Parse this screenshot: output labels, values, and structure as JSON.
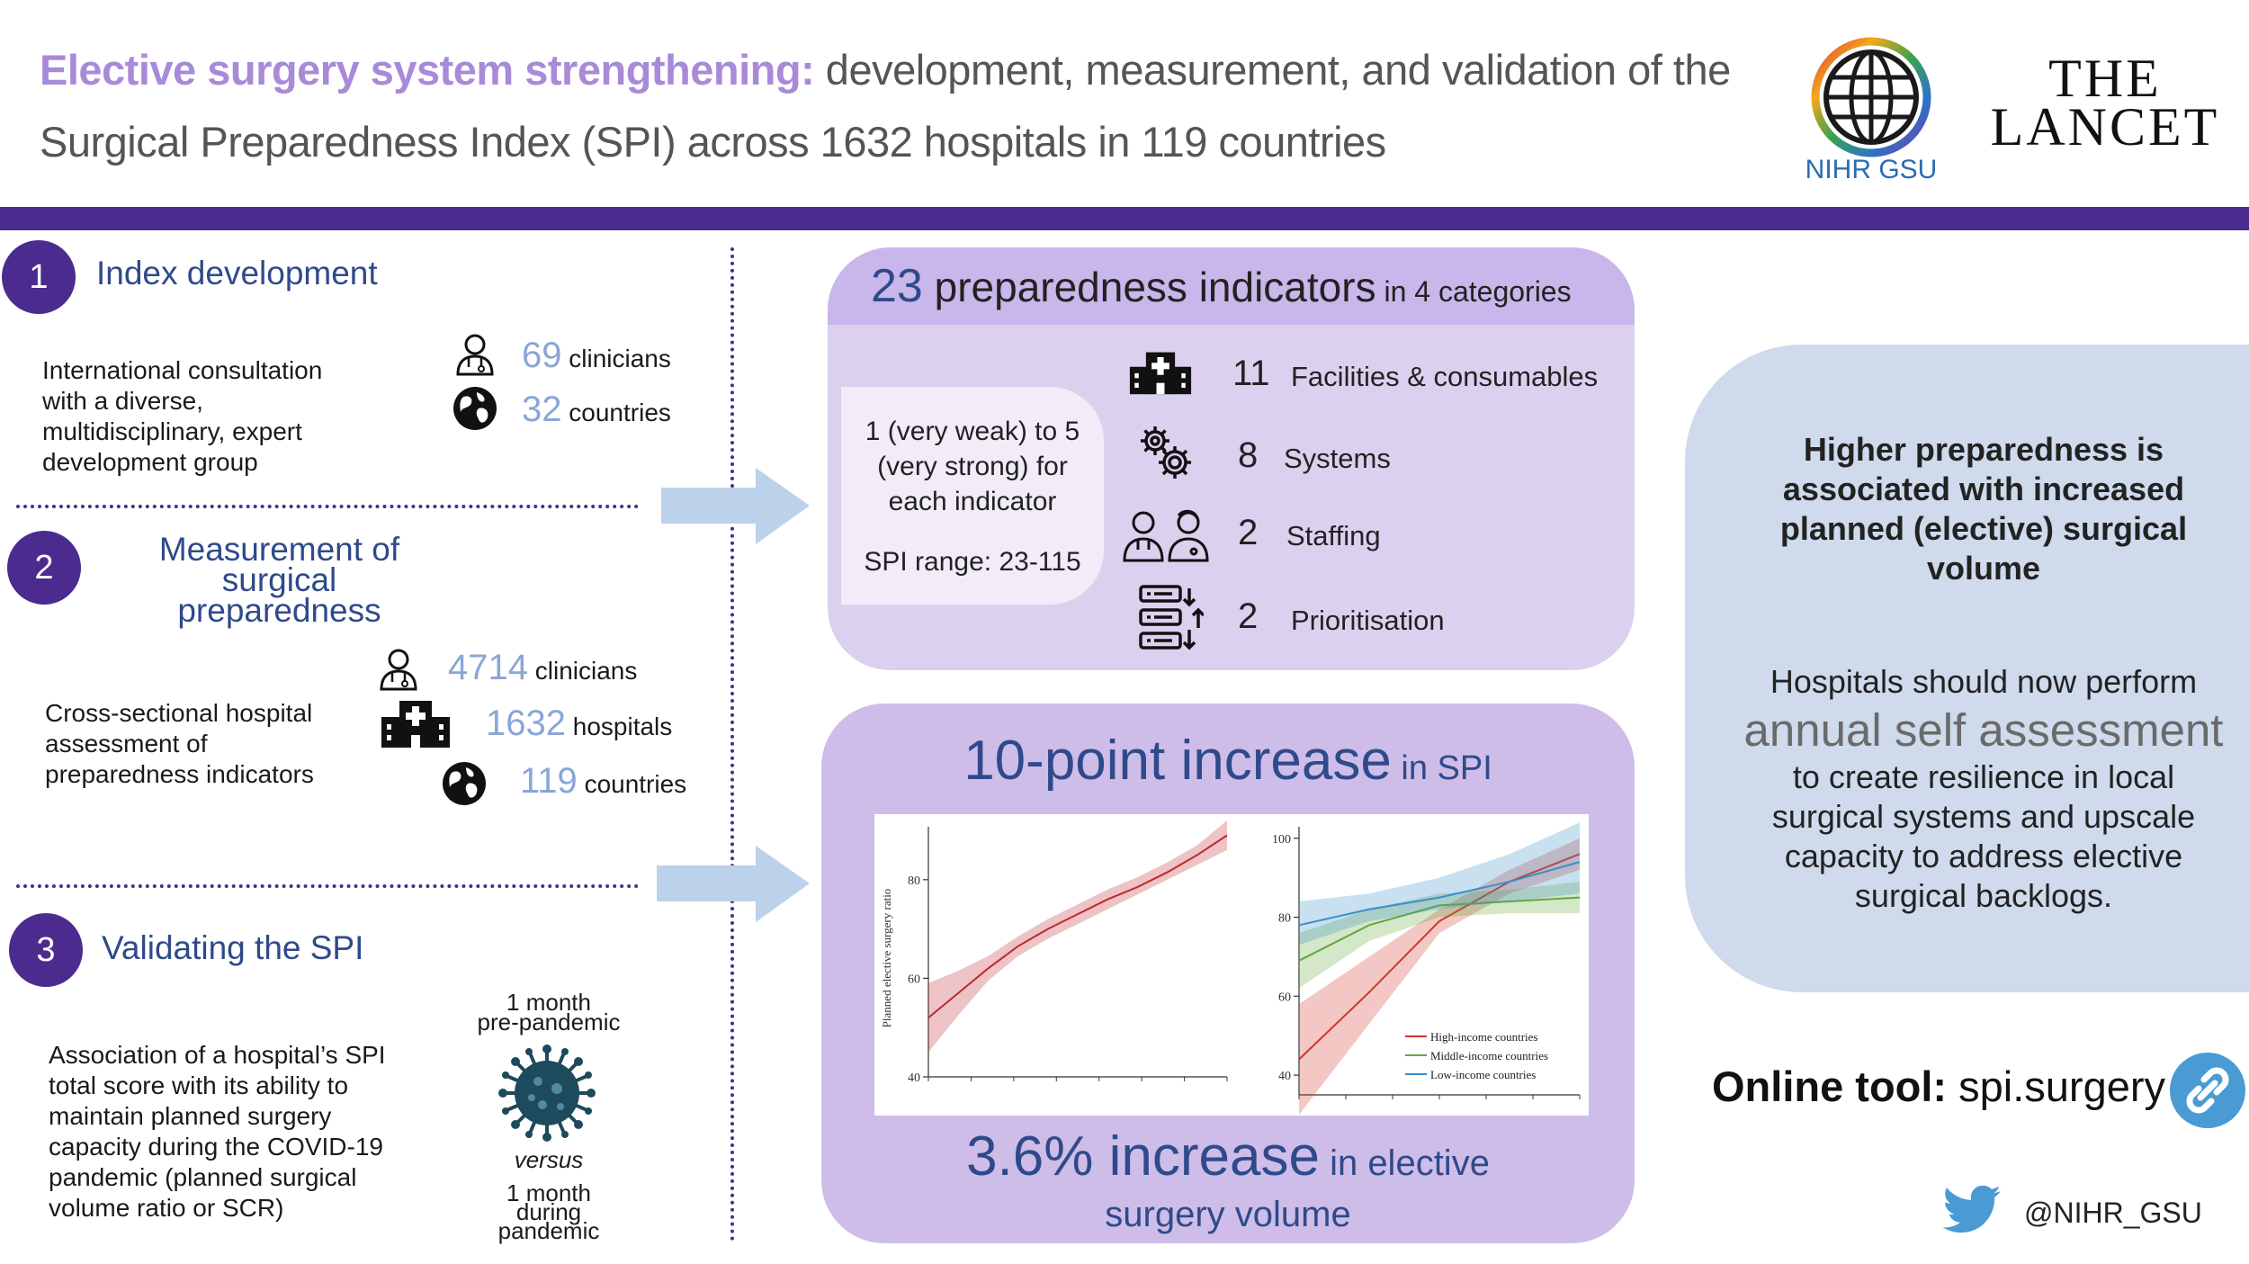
{
  "header": {
    "title_highlight": "Elective surgery system strengthening:",
    "title_line1_rest": " development, measurement, and validation of the",
    "title_line2": "Surgical Preparedness Index (SPI) across 1632 hospitals in 119 countries",
    "nihr_label": "NIHR GSU",
    "lancet_line1": "THE",
    "lancet_line2": "LANCET"
  },
  "section1": {
    "number": "1",
    "title": "Index development",
    "body": "International consultation with a diverse, multidisciplinary, expert development group",
    "stats": [
      {
        "value": "69",
        "label": "clinicians",
        "icon": "doctor-icon"
      },
      {
        "value": "32",
        "label": "countries",
        "icon": "globe-icon"
      }
    ]
  },
  "section2": {
    "number": "2",
    "title_line1": "Measurement of surgical",
    "title_line2": "preparedness",
    "body": "Cross-sectional hospital assessment of preparedness indicators",
    "stats": [
      {
        "value": "4714",
        "label": "clinicians",
        "icon": "doctor-icon"
      },
      {
        "value": "1632",
        "label": "hospitals",
        "icon": "hospital-icon"
      },
      {
        "value": "119",
        "label": "countries",
        "icon": "globe-icon"
      }
    ]
  },
  "section3": {
    "number": "3",
    "title": "Validating the SPI",
    "body": "Association of a hospital’s SPI total score with its ability to maintain planned surgery capacity during the COVID-19 pandemic (planned surgical volume ratio or SCR)",
    "pre_line1": "1 month",
    "pre_line2": "pre-pandemic",
    "versus": "versus",
    "during_line1": "1 month",
    "during_line2": "during",
    "during_line3": "pandemic"
  },
  "indicators": {
    "head_number": "23",
    "head_main": " preparedness indicators",
    "head_small": " in 4 categories",
    "scale_line1": "1 (very weak) to 5",
    "scale_line2": "(very strong) for",
    "scale_line3": "each indicator",
    "range": "SPI range: 23-115",
    "items": [
      {
        "count": "11",
        "label": "Facilities & consumables",
        "icon": "hospital-icon"
      },
      {
        "count": "8",
        "label": "Systems",
        "icon": "gears-icon"
      },
      {
        "count": "2",
        "label": "Staffing",
        "icon": "staff-icon"
      },
      {
        "count": "2",
        "label": "Prioritisation",
        "icon": "priority-list-icon"
      }
    ]
  },
  "results": {
    "headline_big": "10-point increase",
    "headline_small": " in SPI",
    "footer_big": "3.6% increase",
    "footer_small": " in elective",
    "footer_line2": "surgery volume"
  },
  "chart_data": [
    {
      "type": "line",
      "ylabel": "Planned elective surgery ratio",
      "ylim": [
        40,
        90
      ],
      "yticks": [
        "40",
        "60",
        "80"
      ],
      "x": [
        0,
        0.1,
        0.2,
        0.3,
        0.4,
        0.5,
        0.6,
        0.7,
        0.8,
        0.9,
        1.0
      ],
      "series": [
        {
          "values": [
            52,
            57,
            62,
            66.5,
            70,
            73,
            76,
            78.5,
            81.5,
            85,
            89
          ],
          "lower": [
            45,
            52.5,
            59.5,
            64.5,
            68,
            71,
            74,
            77,
            80,
            83,
            86
          ],
          "upper": [
            59,
            61.5,
            64.5,
            68.5,
            72,
            75,
            78,
            80.5,
            83.5,
            87,
            92
          ],
          "color": "#c0282d"
        }
      ]
    },
    {
      "type": "line",
      "ylim": [
        35,
        102
      ],
      "yticks": [
        "40",
        "60",
        "80",
        "100"
      ],
      "x": [
        0,
        0.25,
        0.5,
        0.75,
        1.0
      ],
      "series": [
        {
          "name": "High-income countries",
          "color": "#d0362c",
          "values": [
            44,
            61,
            79,
            89,
            96
          ],
          "lower": [
            30,
            53,
            76,
            86,
            92
          ],
          "upper": [
            58,
            70,
            82,
            92,
            100
          ]
        },
        {
          "name": "Middle-income countries",
          "color": "#63a83b",
          "values": [
            69,
            78,
            83,
            84,
            85
          ],
          "lower": [
            62,
            74,
            80,
            81,
            81
          ],
          "upper": [
            76,
            82,
            86,
            87,
            89
          ]
        },
        {
          "name": "Low-income countries",
          "color": "#3a8ec9",
          "values": [
            78,
            82,
            85,
            89,
            94
          ],
          "lower": [
            73,
            79,
            82,
            84,
            86
          ],
          "upper": [
            84,
            86,
            90,
            96,
            104
          ]
        }
      ]
    }
  ],
  "conclusion": {
    "bold": "Higher preparedness is associated with increased planned (elective) surgical volume",
    "line1": "Hospitals should now perform",
    "highlight": "annual self assessment",
    "rest": "to create resilience in local surgical systems and upscale capacity to address elective surgical backlogs."
  },
  "footer": {
    "online_bold": "Online tool:",
    "online_link": " spi.surgery",
    "twitter": "@NIHR_GSU"
  },
  "colors": {
    "brand_purple": "#4c2b8f",
    "accent_lavender": "#a98ad8",
    "light_blue": "#8aa6d6",
    "panel": "#dcd0ef"
  }
}
